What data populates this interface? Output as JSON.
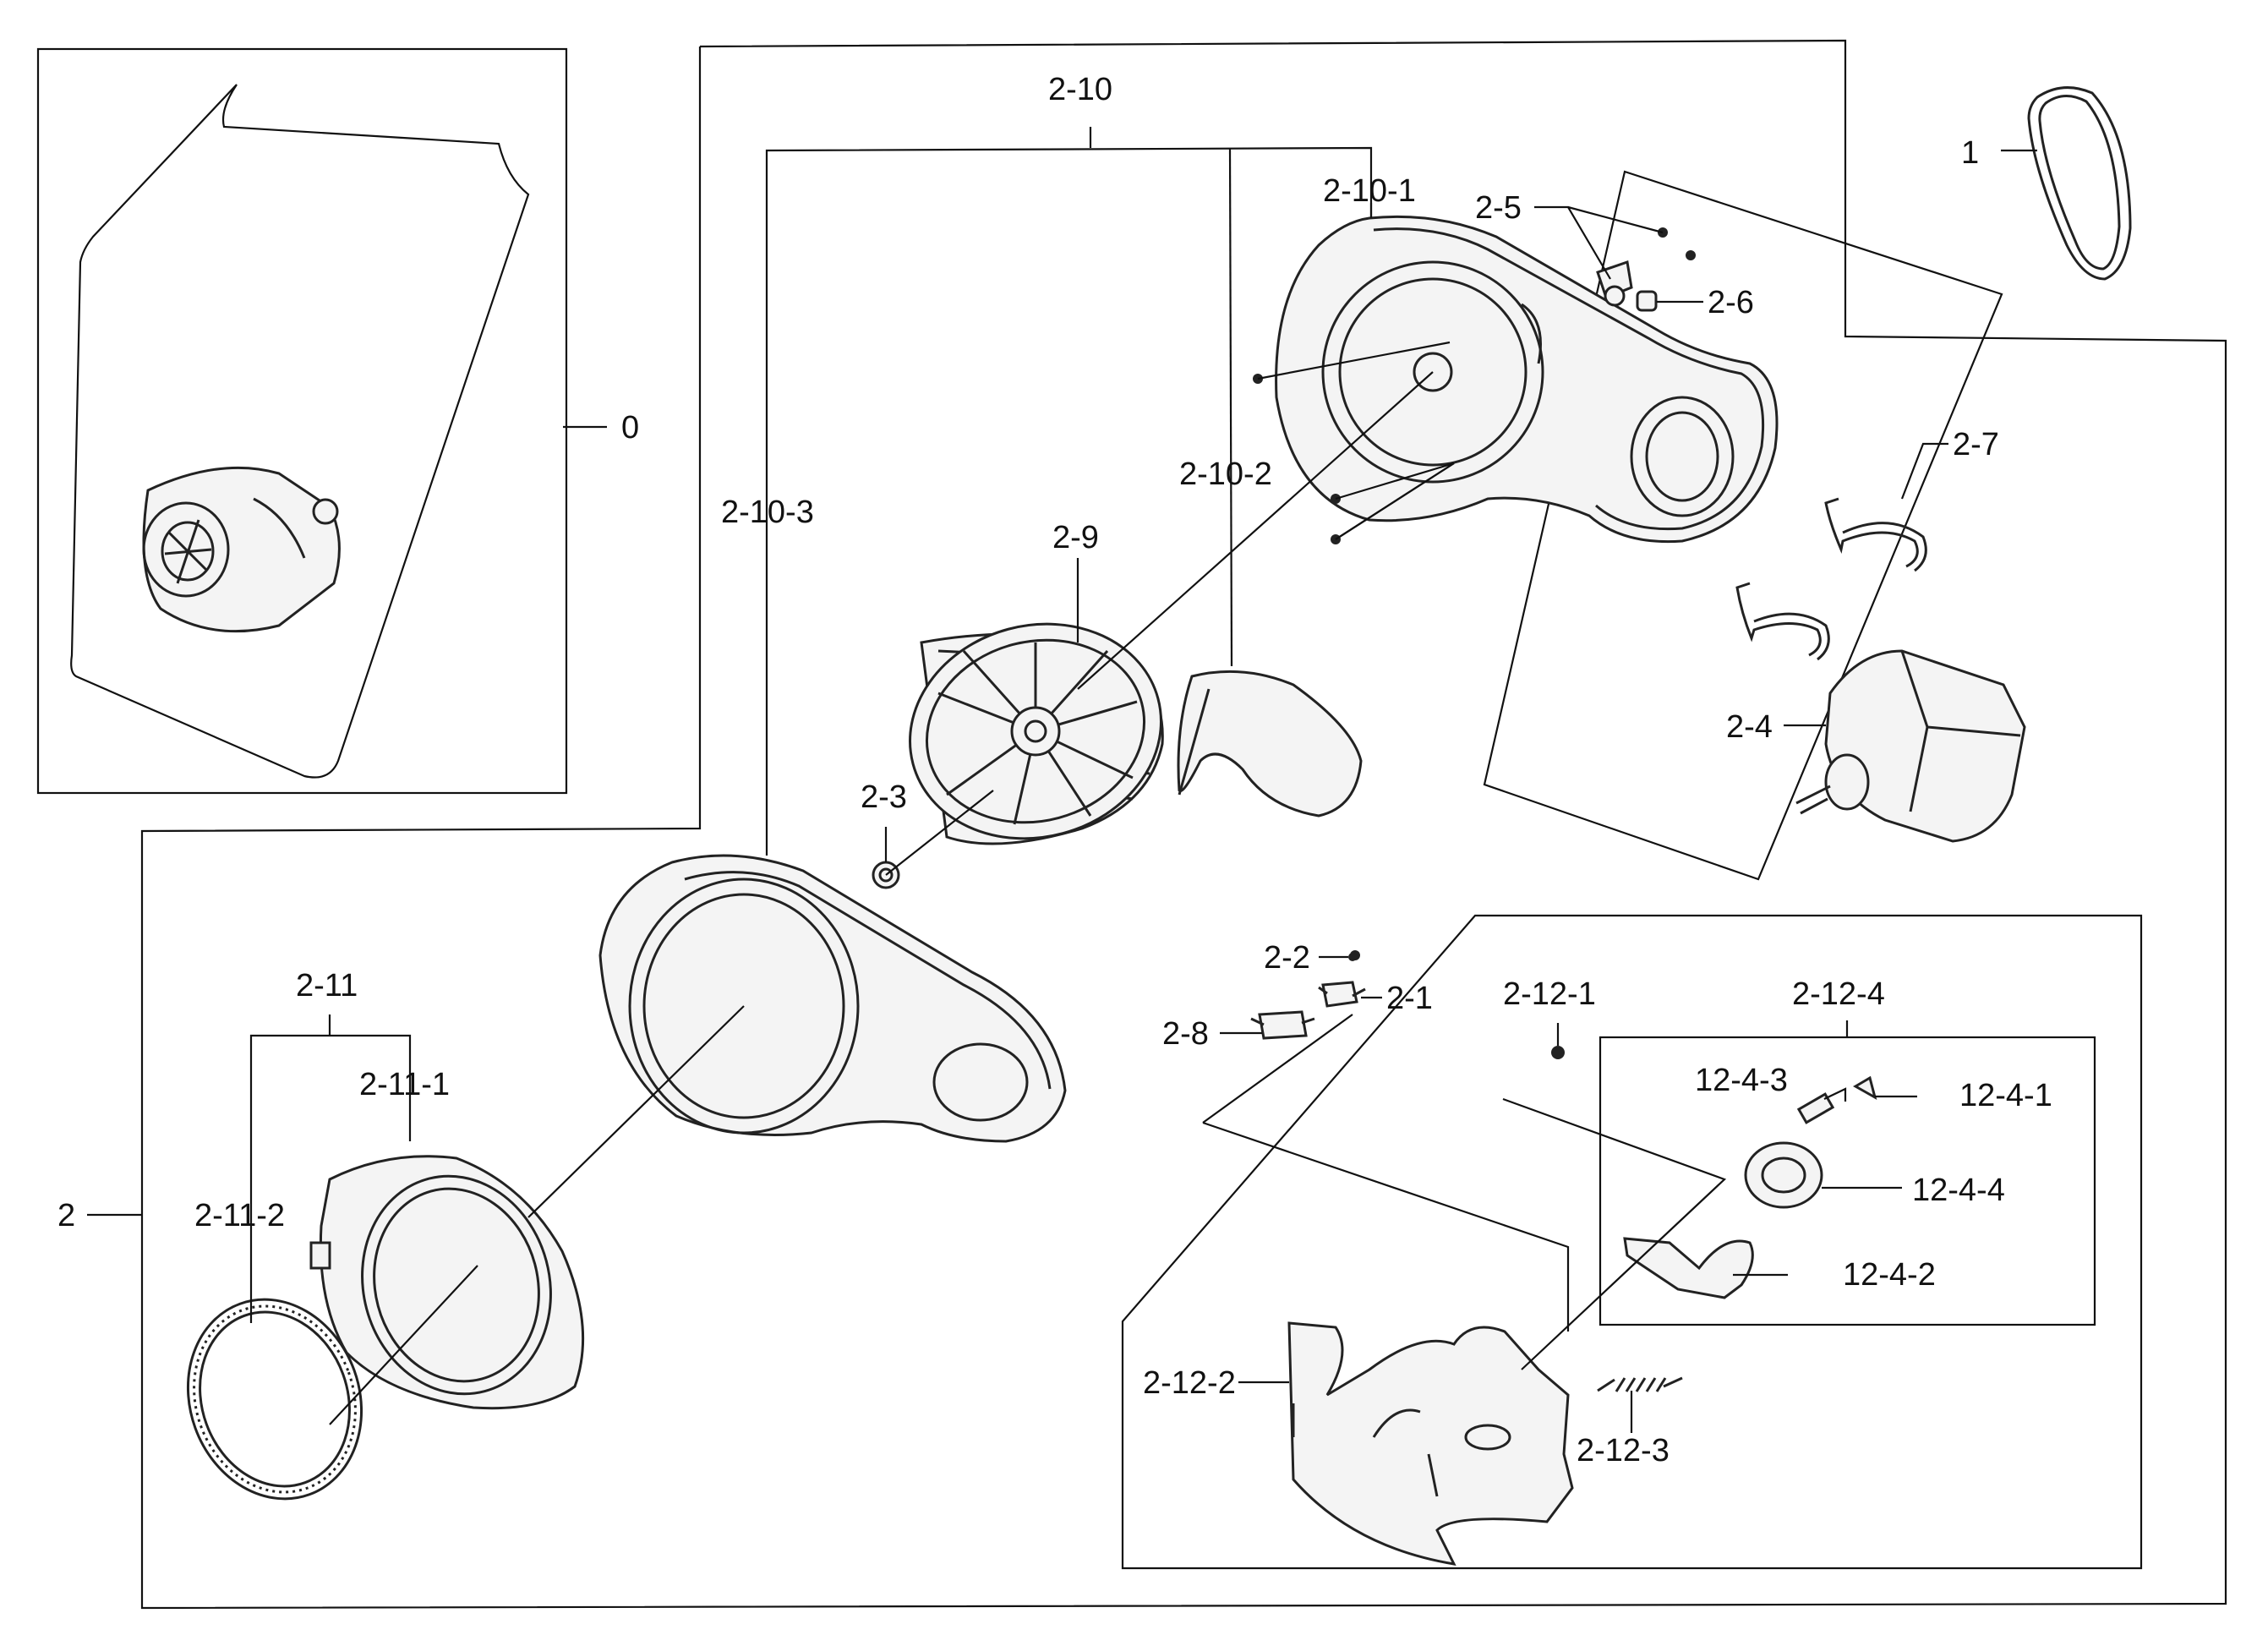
{
  "labels": {
    "l0": "0",
    "l1": "1",
    "l2": "2",
    "l2_1": "2-1",
    "l2_2": "2-2",
    "l2_3": "2-3",
    "l2_4": "2-4",
    "l2_5": "2-5",
    "l2_6": "2-6",
    "l2_7": "2-7",
    "l2_8": "2-8",
    "l2_9": "2-9",
    "l2_10": "2-10",
    "l2_10_1": "2-10-1",
    "l2_10_2": "2-10-2",
    "l2_10_3": "2-10-3",
    "l2_11": "2-11",
    "l2_11_1": "2-11-1",
    "l2_11_2": "2-11-2",
    "l2_12_1": "2-12-1",
    "l2_12_2": "2-12-2",
    "l2_12_3": "2-12-3",
    "l2_12_4": "2-12-4",
    "l12_4_1": "12-4-1",
    "l12_4_2": "12-4-2",
    "l12_4_3": "12-4-3",
    "l12_4_4": "12-4-4"
  },
  "colors": {
    "line": "#111111",
    "background": "#ffffff"
  }
}
